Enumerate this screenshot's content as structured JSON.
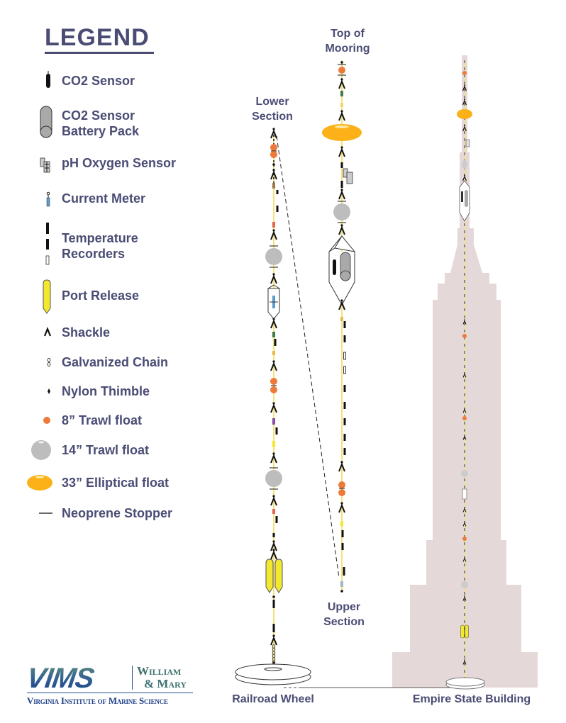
{
  "legend": {
    "title": "LEGEND",
    "items": [
      {
        "label": "CO2 Sensor",
        "icon": "co2-sensor-icon"
      },
      {
        "label": "CO2 Sensor",
        "label2": "Battery Pack",
        "icon": "battery-pack-icon"
      },
      {
        "label": "pH Oxygen Sensor",
        "icon": "ph-oxygen-sensor-icon"
      },
      {
        "label": "Current Meter",
        "icon": "current-meter-icon"
      },
      {
        "label": "Temperature",
        "label2": "Recorders",
        "icon": "temperature-recorders-icon"
      },
      {
        "label": "Port Release",
        "icon": "port-release-icon"
      },
      {
        "label": "Shackle",
        "icon": "shackle-icon"
      },
      {
        "label": "Galvanized Chain",
        "icon": "galvanized-chain-icon"
      },
      {
        "label": "Nylon Thimble",
        "icon": "nylon-thimble-icon"
      },
      {
        "label": "8” Trawl float",
        "icon": "trawl-float-8-icon"
      },
      {
        "label": "14” Trawl float",
        "icon": "trawl-float-14-icon"
      },
      {
        "label": "33” Elliptical float",
        "icon": "elliptical-float-33-icon"
      },
      {
        "label": "Neoprene Stopper",
        "icon": "neoprene-stopper-icon"
      }
    ]
  },
  "captions": {
    "top_of_mooring_1": "Top of",
    "top_of_mooring_2": "Mooring",
    "lower_section_1": "Lower",
    "lower_section_2": "Section",
    "upper_section_1": "Upper",
    "upper_section_2": "Section",
    "railroad_wheel": "Railroad Wheel",
    "empire_state": "Empire State Building"
  },
  "logo": {
    "vims": "VIMS",
    "william": "William",
    "mary": "& Mary",
    "full_name": "Virginia Institute of Marine Science"
  },
  "colors": {
    "text": "#4a4c74",
    "orange_float": "#ee7a3a",
    "gray_float": "#bdbdbd",
    "elliptical_float": "#fbb117",
    "port_release": "#f2e830",
    "line": "#f3e27a",
    "building": "#e5d8d9"
  }
}
